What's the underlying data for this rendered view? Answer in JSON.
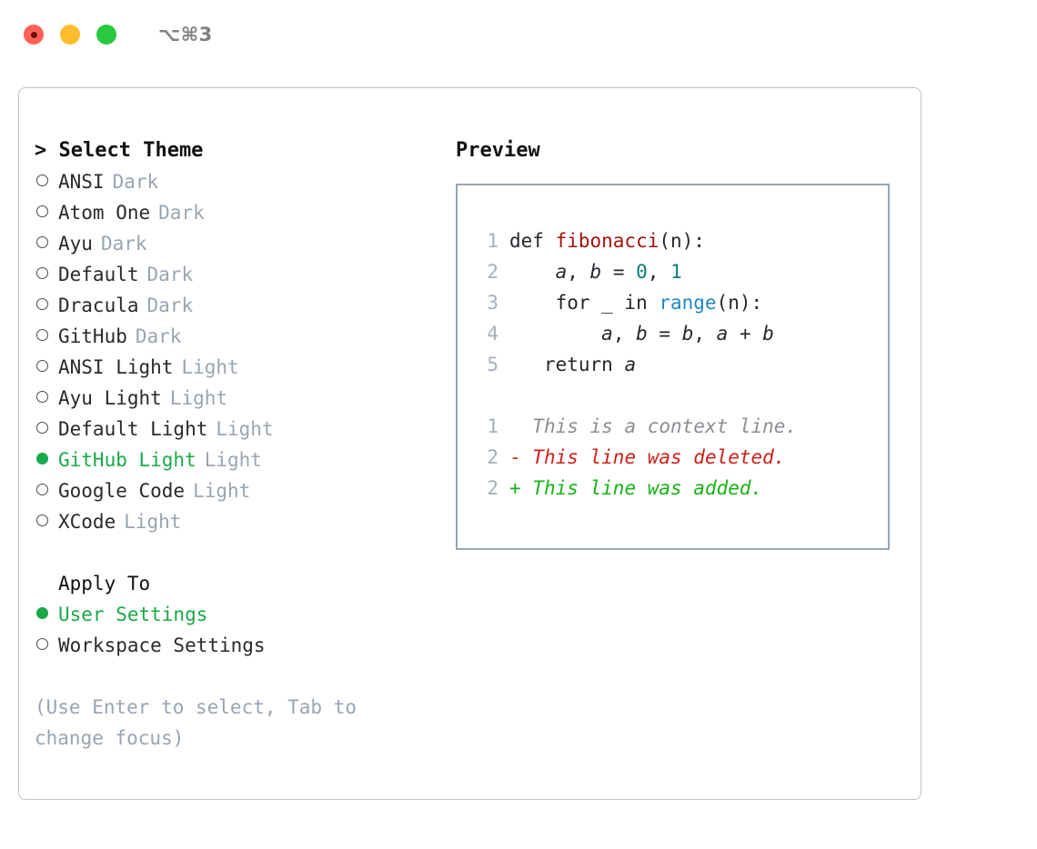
{
  "titlebar": {
    "shortcut": "⌥⌘3",
    "buttons": [
      "close",
      "minimize",
      "maximize"
    ]
  },
  "theme_picker": {
    "header": "> Select Theme",
    "focus_caret": ">",
    "selected_theme": "GitHub Light",
    "marker_selected": "●",
    "marker_unselected": "○",
    "selected_color": "#1aa94a",
    "variant_color": "#9aa5b1",
    "items": [
      {
        "label": "ANSI",
        "variant": "Dark",
        "selected": false
      },
      {
        "label": "Atom One",
        "variant": "Dark",
        "selected": false
      },
      {
        "label": "Ayu",
        "variant": "Dark",
        "selected": false
      },
      {
        "label": "Default",
        "variant": "Dark",
        "selected": false
      },
      {
        "label": "Dracula",
        "variant": "Dark",
        "selected": false
      },
      {
        "label": "GitHub",
        "variant": "Dark",
        "selected": false
      },
      {
        "label": "ANSI Light",
        "variant": "Light",
        "selected": false
      },
      {
        "label": "Ayu Light",
        "variant": "Light",
        "selected": false
      },
      {
        "label": "Default Light",
        "variant": "Light",
        "selected": false
      },
      {
        "label": "GitHub Light",
        "variant": "Light",
        "selected": true
      },
      {
        "label": "Google Code",
        "variant": "Light",
        "selected": false
      },
      {
        "label": "XCode",
        "variant": "Light",
        "selected": false
      }
    ]
  },
  "apply_to": {
    "header": "Apply To",
    "selected_option": "User Settings",
    "items": [
      {
        "label": "User Settings",
        "selected": true
      },
      {
        "label": "Workspace Settings",
        "selected": false
      }
    ]
  },
  "hint": "(Use Enter to select, Tab to change focus)",
  "preview": {
    "header": "Preview",
    "code_lines": [
      {
        "number": "1",
        "tokens": [
          {
            "text": "def ",
            "type": "kw"
          },
          {
            "text": "fibonacci",
            "type": "fn"
          },
          {
            "text": "(n):",
            "type": "punct"
          }
        ]
      },
      {
        "number": "2",
        "tokens": [
          {
            "text": "    ",
            "type": "punct"
          },
          {
            "text": "a",
            "type": "var"
          },
          {
            "text": ", ",
            "type": "punct"
          },
          {
            "text": "b",
            "type": "var"
          },
          {
            "text": " = ",
            "type": "punct"
          },
          {
            "text": "0",
            "type": "num"
          },
          {
            "text": ", ",
            "type": "punct"
          },
          {
            "text": "1",
            "type": "num"
          }
        ]
      },
      {
        "number": "3",
        "tokens": [
          {
            "text": "    for _ in ",
            "type": "kw"
          },
          {
            "text": "range",
            "type": "call"
          },
          {
            "text": "(n):",
            "type": "punct"
          }
        ]
      },
      {
        "number": "4",
        "tokens": [
          {
            "text": "        ",
            "type": "punct"
          },
          {
            "text": "a",
            "type": "var"
          },
          {
            "text": ", ",
            "type": "punct"
          },
          {
            "text": "b",
            "type": "var"
          },
          {
            "text": " = ",
            "type": "punct"
          },
          {
            "text": "b",
            "type": "var"
          },
          {
            "text": ", ",
            "type": "punct"
          },
          {
            "text": "a",
            "type": "var"
          },
          {
            "text": " + ",
            "type": "punct"
          },
          {
            "text": "b",
            "type": "var"
          }
        ]
      },
      {
        "number": "5",
        "tokens": [
          {
            "text": "   return ",
            "type": "kw"
          },
          {
            "text": "a",
            "type": "var"
          }
        ]
      }
    ],
    "diff_lines": [
      {
        "number": "1",
        "sign": " ",
        "text": " This is a context line.",
        "kind": "context"
      },
      {
        "number": "2",
        "sign": "-",
        "text": " This line was deleted.",
        "kind": "deleted"
      },
      {
        "number": "2",
        "sign": "+",
        "text": " This line was added.",
        "kind": "added"
      }
    ],
    "colors": {
      "function": "#a5120c",
      "number": "#0d7b78",
      "call": "#2188c4",
      "gutter": "#a7b0bb",
      "diff_context": "#8a8f94",
      "diff_deleted": "#cc2018",
      "diff_added": "#16b316",
      "border": "#9aa5b1"
    }
  }
}
